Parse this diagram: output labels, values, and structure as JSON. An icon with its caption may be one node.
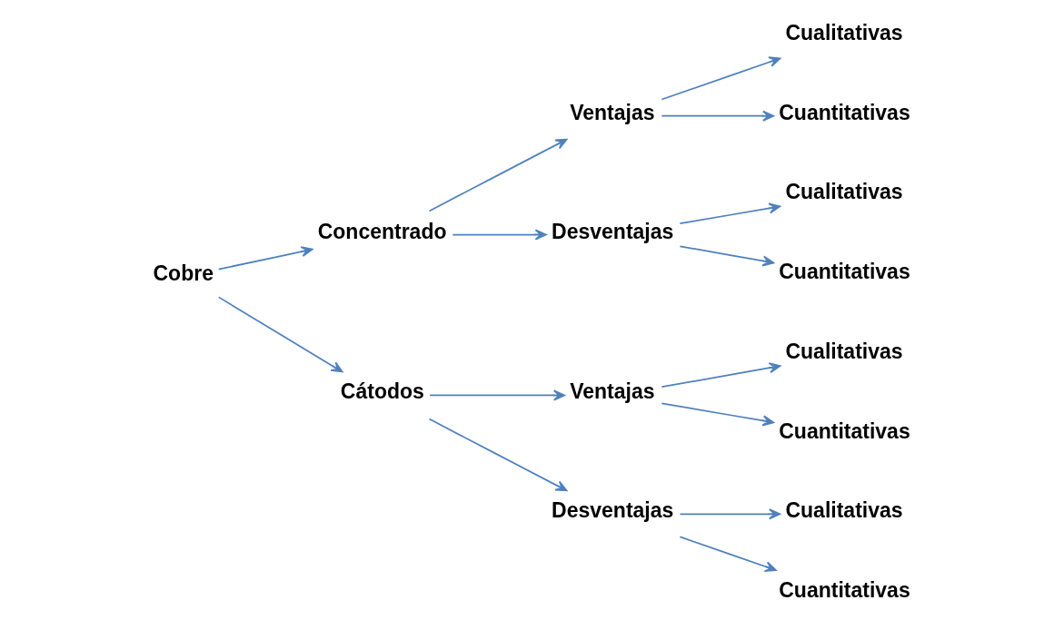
{
  "diagram": {
    "nodes": [
      {
        "text": [
          "Cobre"
        ]
      },
      {
        "text": [
          "Concentrado"
        ]
      },
      {
        "text": [
          "Ventajas"
        ]
      },
      {
        "text": [
          "Cualitativas"
        ]
      },
      {
        "text": [
          "Cuantitativas"
        ]
      },
      {
        "text": [
          "Desventajas"
        ]
      },
      {
        "text": [
          "Cualitativas"
        ]
      },
      {
        "text": [
          "Cuantitativas"
        ]
      },
      {
        "text": [
          "Cátodos"
        ]
      },
      {
        "text": [
          "Ventajas"
        ]
      },
      {
        "text": [
          "Cualitativas"
        ]
      },
      {
        "text": [
          "Cuantitativas"
        ]
      },
      {
        "text": [
          "Desventajas"
        ]
      },
      {
        "text": [
          "Cualitativas"
        ]
      },
      {
        "text": [
          "Cuantitativas"
        ]
      }
    ],
    "edges": [
      {
        "from": 0,
        "to": 1,
        "arrow": "to"
      },
      {
        "from": 0,
        "to": 8,
        "arrow": "to"
      },
      {
        "from": 1,
        "to": 2,
        "arrow": "to"
      },
      {
        "from": 1,
        "to": 5,
        "arrow": "to"
      },
      {
        "from": 2,
        "to": 3,
        "arrow": "to"
      },
      {
        "from": 2,
        "to": 4,
        "arrow": "to"
      },
      {
        "from": 5,
        "to": 6,
        "arrow": "to"
      },
      {
        "from": 5,
        "to": 7,
        "arrow": "to"
      },
      {
        "from": 8,
        "to": 9,
        "arrow": "to"
      },
      {
        "from": 8,
        "to": 12,
        "arrow": "to"
      },
      {
        "from": 9,
        "to": 10,
        "arrow": "to"
      },
      {
        "from": 9,
        "to": 11,
        "arrow": "to"
      },
      {
        "from": 12,
        "to": 13,
        "arrow": "to"
      },
      {
        "from": 12,
        "to": 14,
        "arrow": "to"
      }
    ]
  }
}
